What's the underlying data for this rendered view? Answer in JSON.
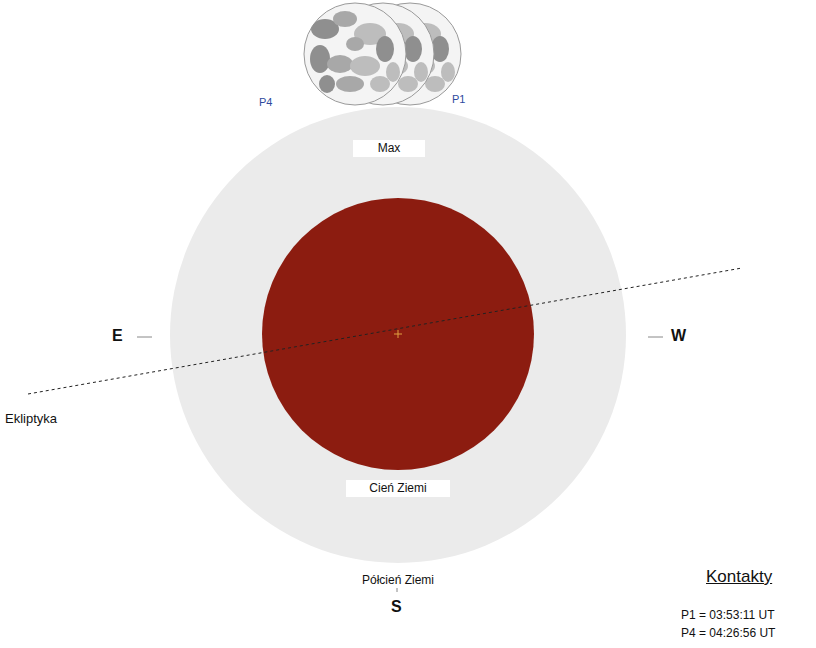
{
  "diagram": {
    "nodes": [
      {
        "text": [
          "Półcień Ziemi"
        ]
      },
      {
        "text": [
          "Cień Ziemi"
        ],
        "in": 0
      },
      {
        "text": [
          "Max"
        ],
        "in": 0
      }
    ],
    "labels": [
      "P4",
      "P1",
      "E",
      "W",
      "Ekliptyka",
      "S",
      "Kontakty",
      "P1 = 03:53:11 UT",
      "P4 = 04:26:56 UT"
    ]
  }
}
